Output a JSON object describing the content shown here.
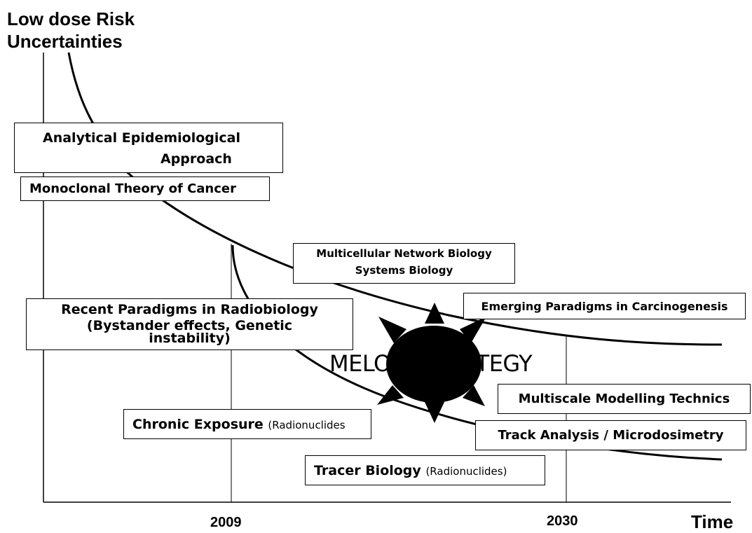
{
  "axis": {
    "y_title_line1": "Low dose Risk",
    "y_title_line2": "Uncertainties",
    "x_title": "Time",
    "tick_2009": "2009",
    "tick_2030": "2030"
  },
  "boxes": {
    "analytical_line1": "Analytical Epidemiological",
    "analytical_line2": "Approach",
    "monoclonal": "Monoclonal Theory of Cancer",
    "multicellular_line1": "Multicellular Network Biology",
    "multicellular_line2": "Systems Biology",
    "recent_line1": "Recent Paradigms in Radiobiology",
    "recent_line2": "(Bystander effects, Genetic",
    "recent_line3": "instability)",
    "emerging": "Emerging Paradigms in Carcinogenesis",
    "multiscale": "Multiscale Modelling Technics",
    "track": "Track Analysis / Microdosimetry",
    "chronic_main": "Chronic Exposure",
    "chronic_sub": "(Radionuclides",
    "tracer_main": "Tracer Biology",
    "tracer_sub": "(Radionuclides)"
  },
  "center_label": "MELODI STRATEGY",
  "colors": {
    "ink": "#000000",
    "background": "#ffffff"
  }
}
